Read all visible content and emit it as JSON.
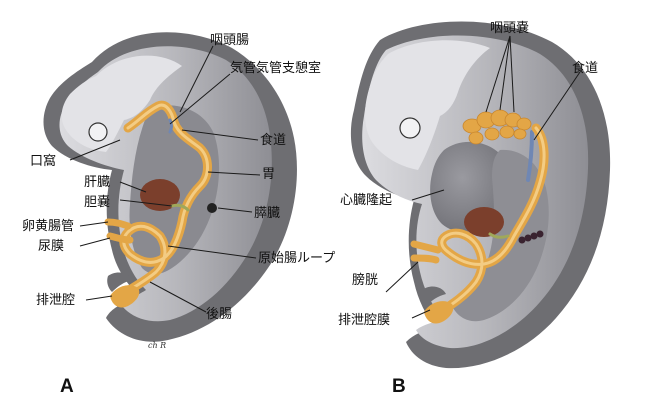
{
  "panels": {
    "a": {
      "letter": "A",
      "signature": "ch R",
      "labels": {
        "pharyngeal_gut": "咽頭腸",
        "tracheobronchial_diverticulum": "気管気管支憩室",
        "esophagus": "食道",
        "stomodeum": "口窩",
        "stomach": "胃",
        "liver": "肝臓",
        "gallbladder": "胆嚢",
        "pancreas": "膵臓",
        "vitelline_duct": "卵黄腸管",
        "allantois": "尿膜",
        "primary_intestinal_loop": "原始腸ループ",
        "cloaca": "排泄腔",
        "hindgut": "後腸"
      }
    },
    "b": {
      "letter": "B",
      "labels": {
        "pharyngeal_pouches": "咽頭嚢",
        "esophagus": "食道",
        "heart_bulge": "心臓隆起",
        "bladder": "膀胱",
        "cloacal_membrane": "排泄腔膜"
      }
    }
  },
  "colors": {
    "embryo_dark": "#6e6e72",
    "embryo_light": "#b9b9be",
    "embryo_pale": "#e6e6ea",
    "gut_orange": "#e3a646",
    "gut_lumen": "#f3cc84",
    "liver_brown": "#7b3f2c",
    "gallbladder_green": "#a0a85a",
    "esophagus_blue": "#6f87b4",
    "line": "#1a1a1a"
  }
}
